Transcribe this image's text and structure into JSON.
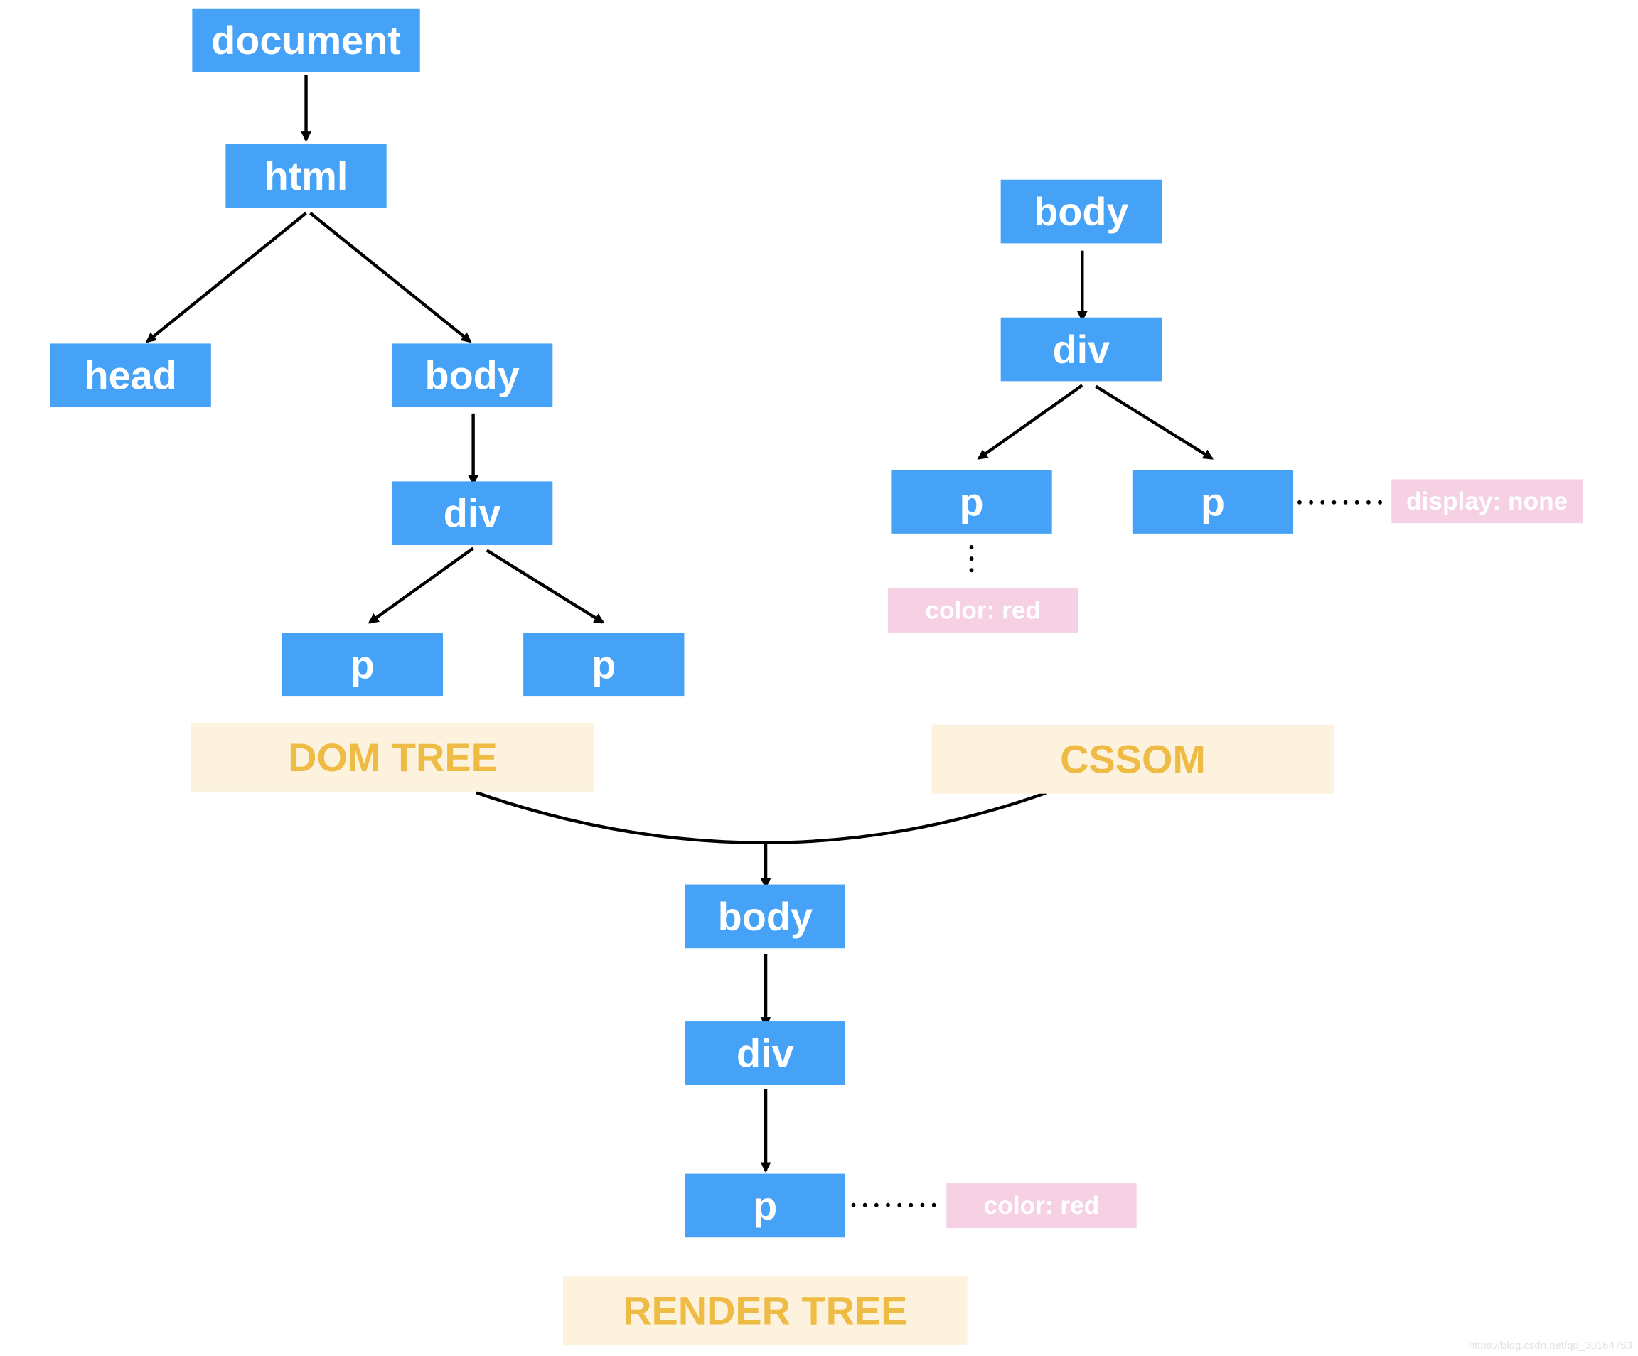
{
  "colors": {
    "node": "#45a2f7",
    "label_bg": "#fdf2de",
    "label_text": "#eebc45",
    "style_bg": "#f5d1e3",
    "line": "#000000"
  },
  "dom_tree": {
    "label": "DOM TREE",
    "nodes": [
      "document",
      "html",
      "head",
      "body",
      "div",
      "p",
      "p"
    ]
  },
  "cssom": {
    "label": "CSSOM",
    "nodes": [
      "body",
      "div",
      "p",
      "p"
    ],
    "styles": [
      "color: red",
      "display: none"
    ]
  },
  "render_tree": {
    "label": "RENDER TREE",
    "nodes": [
      "body",
      "div",
      "p"
    ],
    "styles": [
      "color: red"
    ]
  },
  "watermark": "https://blog.csdn.net/qq_38164763"
}
